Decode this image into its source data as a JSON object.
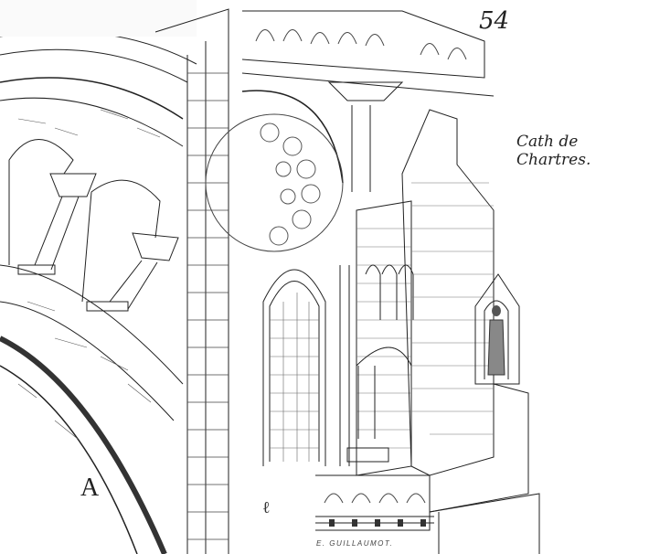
{
  "plate_number": "54",
  "caption": "Cath de Chartres.",
  "figure_letter": "A",
  "signature": "E. GUILLAUMOT.",
  "monogram": "ℓ",
  "colors": {
    "ink": "#222222",
    "paper": "#ffffff"
  }
}
